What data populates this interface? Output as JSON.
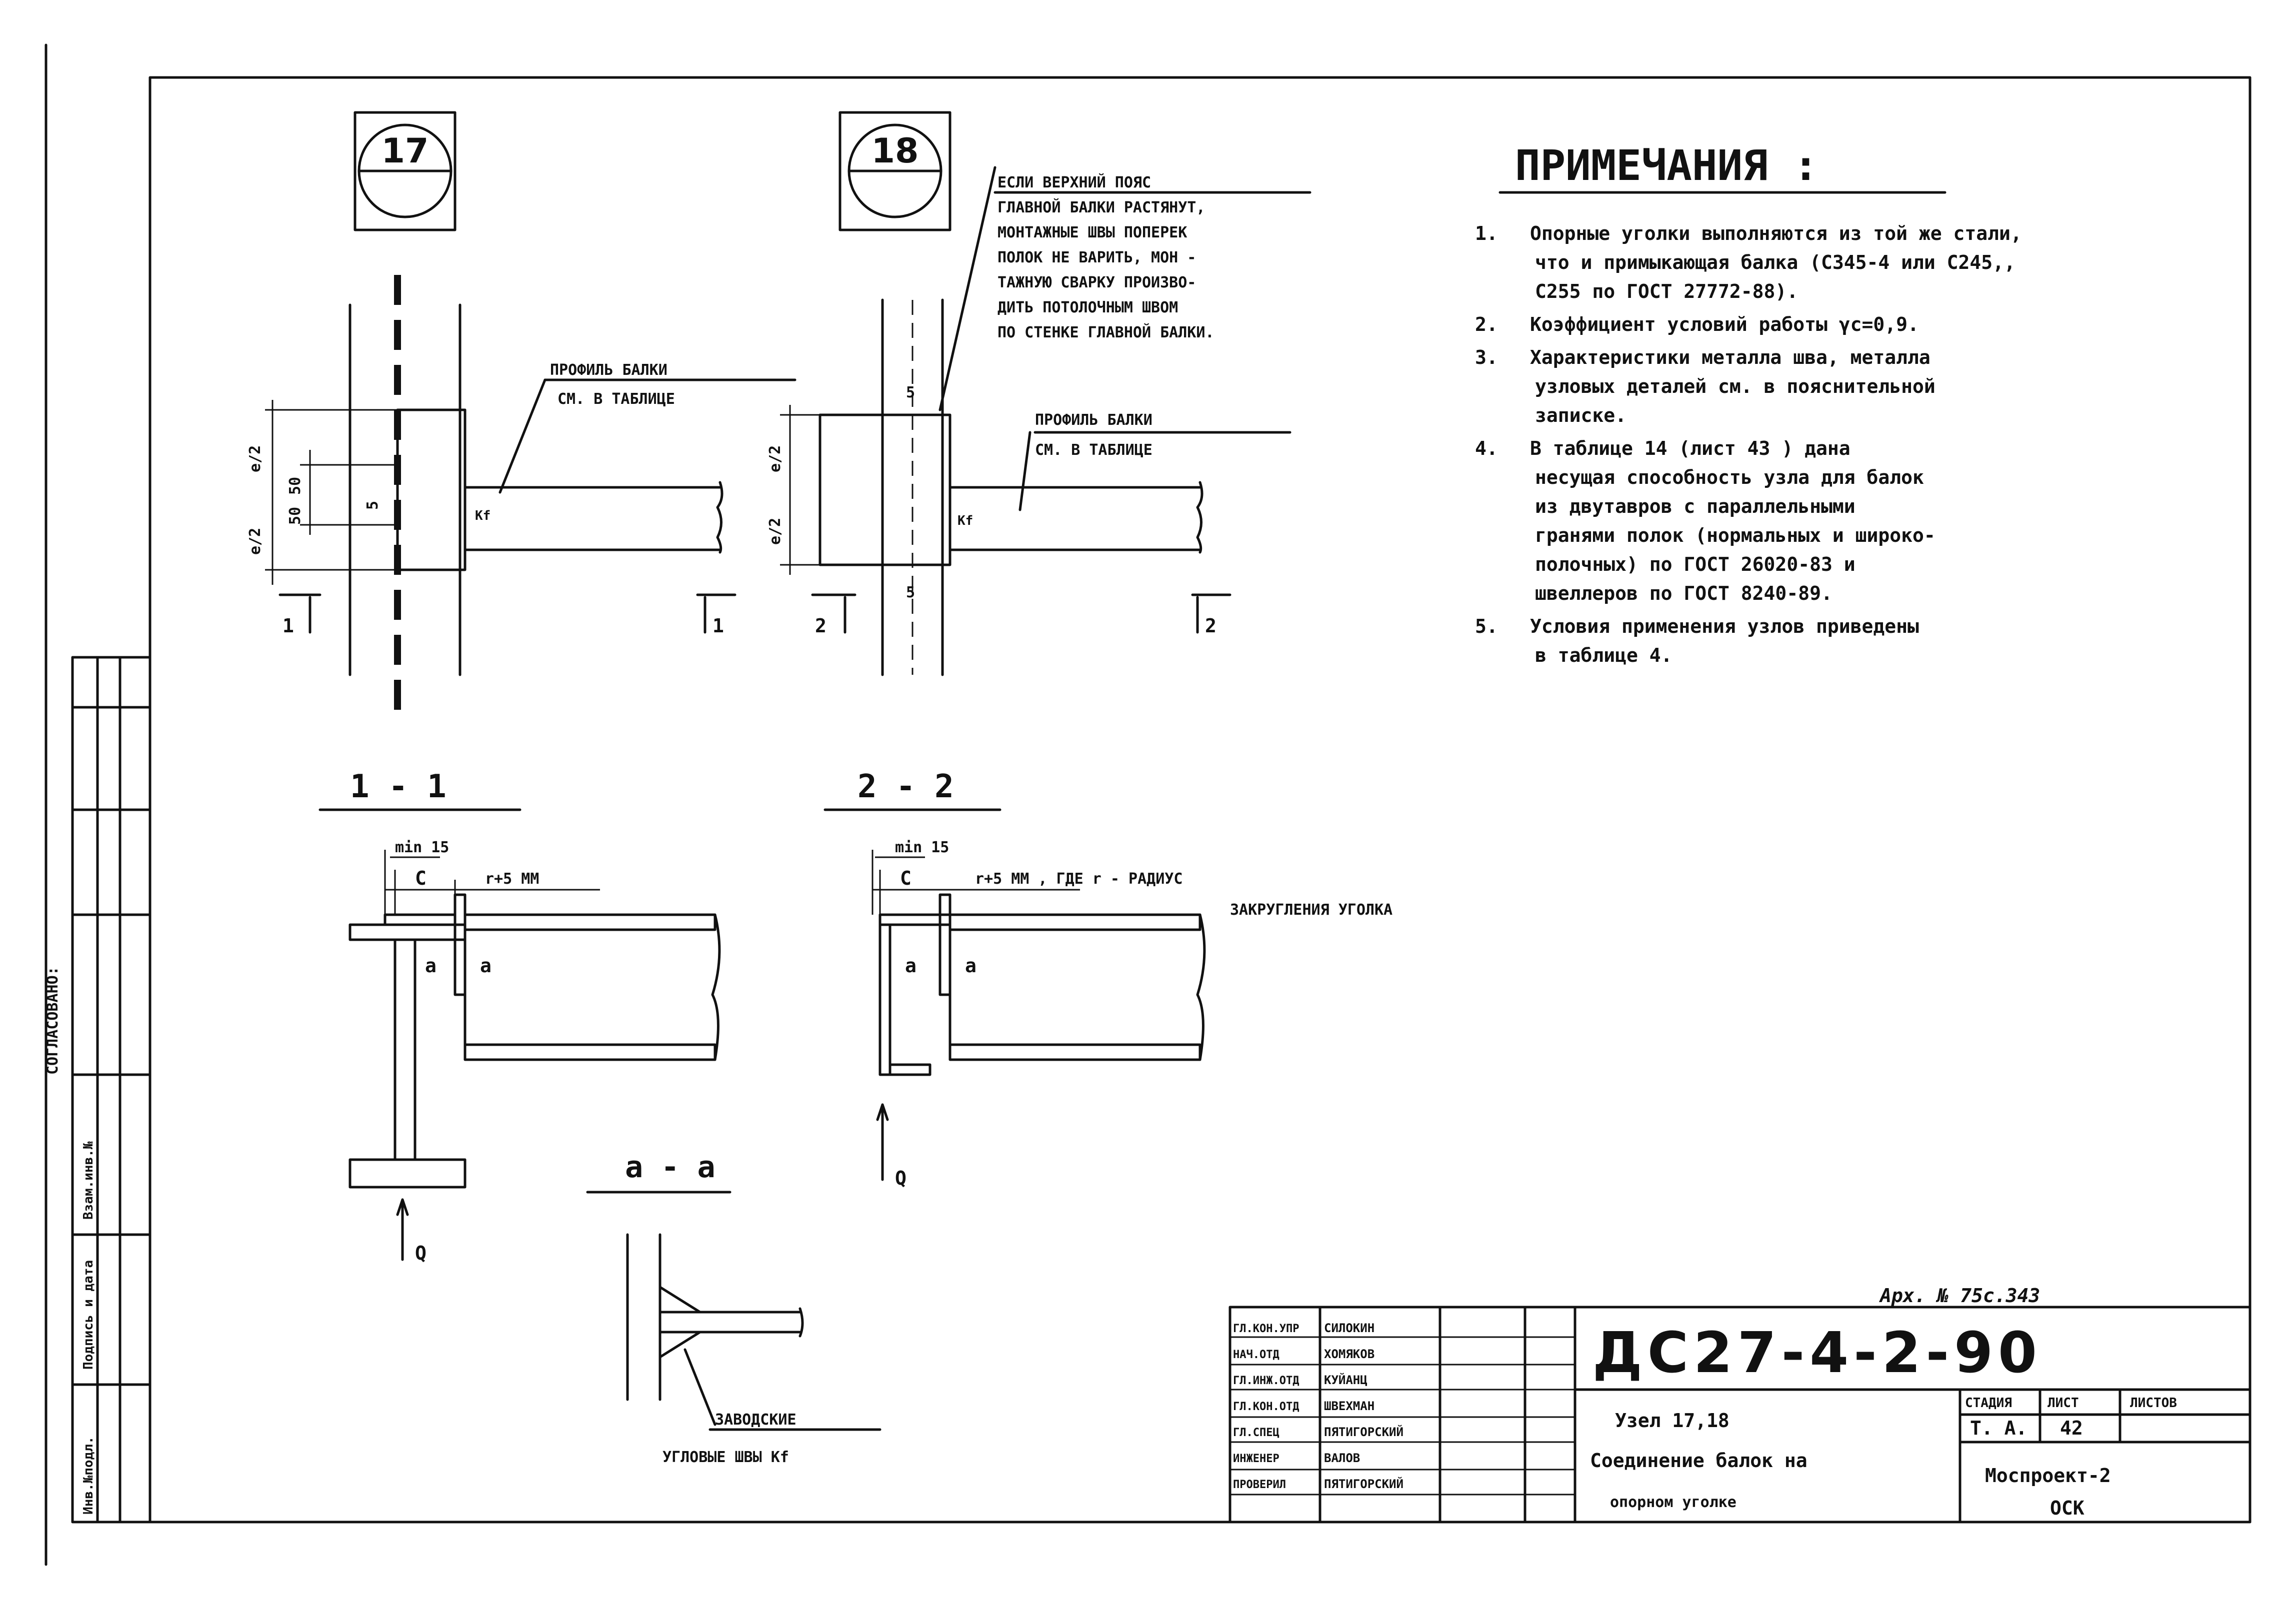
{
  "nodes": {
    "node17": "17",
    "node18": "18"
  },
  "callouts": {
    "flange_note": [
      "ЕСЛИ ВЕРХНИЙ ПОЯС",
      "ГЛАВНОЙ БАЛКИ РАСТЯНУТ,",
      "МОНТАЖНЫЕ ШВЫ ПОПЕРЕК",
      "ПОЛОК НЕ ВАРИТЬ, МОН -",
      "ТАЖНУЮ СВАРКУ ПРОИЗВО-",
      "ДИТЬ ПОТОЛОЧНЫМ ШВОМ",
      "ПО СТЕНКЕ ГЛАВНОЙ БАЛКИ."
    ],
    "profile_left": [
      "ПРОФИЛЬ БАЛКИ",
      "СМ. В ТАБЛИЦЕ"
    ],
    "profile_right": [
      "ПРОФИЛЬ БАЛКИ",
      "СМ. В ТАБЛИЦЕ"
    ]
  },
  "dims": {
    "e2": "е/2",
    "fifty": "50",
    "five": "5",
    "kf": "Kf",
    "e2_right": "е/2",
    "sec1": "1",
    "sec2": "2",
    "min15": "min 15",
    "c": "С",
    "r5_left": "r+5 ММ",
    "r5_right": "r+5 ММ , ГДЕ r - РАДИУС",
    "r5_right2": "ЗАКРУГЛЕНИЯ УГОЛКА",
    "a": "а",
    "q": "Q"
  },
  "section_titles": {
    "s11": "1 - 1",
    "s22": "2 - 2",
    "saa": "а - а"
  },
  "weld_label": [
    "ЗАВОДСКИЕ",
    "УГЛОВЫЕ ШВЫ Kf"
  ],
  "notes_title": "ПРИМЕЧАНИЯ :",
  "notes": [
    {
      "n": "1.",
      "lines": [
        "Опорные уголки выполняются из той же стали,",
        "что и примыкающая балка (С345-4 или С245,,",
        "С255 по ГОСТ 27772-88)."
      ]
    },
    {
      "n": "2.",
      "lines": [
        "Коэффициент условий работы γс=0,9."
      ]
    },
    {
      "n": "3.",
      "lines": [
        "Характеристики металла шва, металла",
        "узловых деталей см. в пояснительной",
        "записке."
      ]
    },
    {
      "n": "4.",
      "lines": [
        "В таблице 14  (лист 43 ) дана",
        "несущая способность узла для балок",
        "из двутавров с параллельными",
        "гранями полок (нормальных и широко-",
        "полочных) по ГОСТ 26020-83  и",
        "швеллеров по ГОСТ 8240-89."
      ]
    },
    {
      "n": "5.",
      "lines": [
        "Условия применения узлов приведены",
        "в таблице 4."
      ]
    }
  ],
  "side_stamp": {
    "agreed": "СОГЛАСОВАНО:",
    "cols": [
      "Инв.№подл.",
      "Подпись и дата",
      "Взам.инв.№"
    ]
  },
  "archive": "Арх. № 75с.343",
  "title_block": {
    "code": "ДС27-4-2-90",
    "roles": [
      "ГЛ.КОН.УПР",
      "НАЧ.ОТД",
      "ГЛ.ИНЖ.ОТД",
      "ГЛ.КОН.ОТД",
      "ГЛ.СПЕЦ",
      "ИНЖЕНЕР",
      "ПРОВЕРИЛ"
    ],
    "names": [
      "СИЛОКИН",
      "ХОМЯКОВ",
      "КУЙАНЦ",
      "ШВЕХМАН",
      "ПЯТИГОРСКИЙ",
      "ВАЛОВ",
      "ПЯТИГОРСКИЙ"
    ],
    "title1": "Узел 17,18",
    "title2": "Соединение балок на",
    "title3": "опорном уголке",
    "stage_h": "СТАДИЯ",
    "sheet_h": "ЛИСТ",
    "sheets_h": "ЛИСТОВ",
    "stage": "Т. А.",
    "sheet": "42",
    "sheets": "",
    "org1": "Моспроект-2",
    "org2": "ОСК"
  }
}
